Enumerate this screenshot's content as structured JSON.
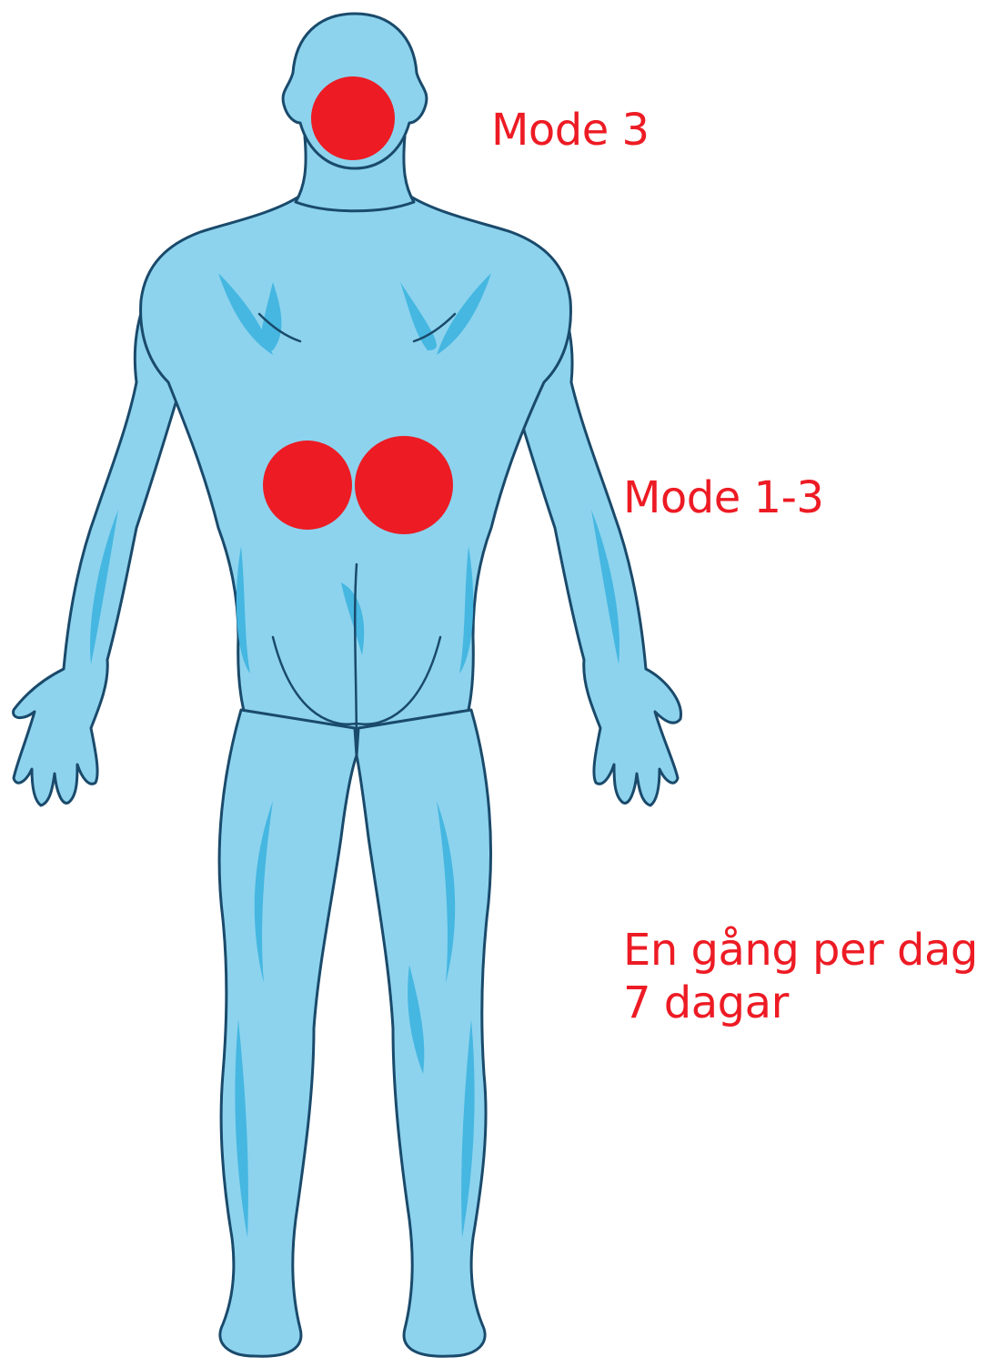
{
  "labels": {
    "neck": "Mode 3",
    "lower_back": "Mode 1-3",
    "frequency_line1": "En gång per dag",
    "frequency_line2": "7 dagar"
  },
  "colors": {
    "body_fill": "#8dd3ee",
    "body_shade": "#45b7e1",
    "body_outline": "#1a4a6b",
    "marker": "#ed1b24",
    "label_text": "#ed1b24"
  },
  "markers": [
    {
      "region": "neck",
      "mode": "Mode 3"
    },
    {
      "region": "lower-back-left",
      "mode": "Mode 1-3"
    },
    {
      "region": "lower-back-right",
      "mode": "Mode 1-3"
    }
  ]
}
